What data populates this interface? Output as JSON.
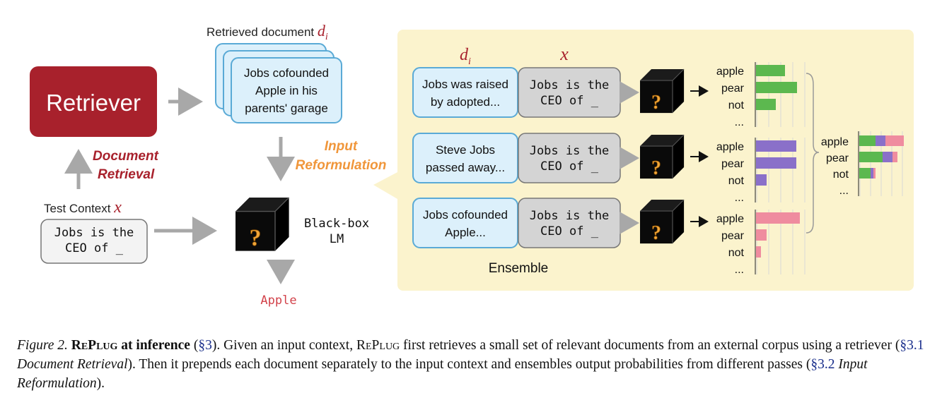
{
  "figure": {
    "retriever_label": "Retriever",
    "document_retrieval_label": [
      "Document",
      "Retrieval"
    ],
    "retrieved_doc_title": "Retrieved document",
    "retrieved_doc_var": "d",
    "retrieved_doc_sub": "i",
    "retrieved_doc_text": [
      "Jobs cofounded",
      "Apple in his",
      "parents' garage"
    ],
    "test_context_label": "Test Context",
    "x_var": "x",
    "test_context_text": [
      "Jobs is the",
      "CEO of _"
    ],
    "input_reformulation_label": [
      "Input",
      "Reformulation"
    ],
    "blackbox_label": [
      "Black-box",
      "LM"
    ],
    "output_label": "Apple",
    "question_mark": "?",
    "ensemble_label": "Ensemble",
    "panel_headers": {
      "d": "d",
      "d_sub": "i",
      "x": "x"
    },
    "rows": [
      {
        "doc": [
          "Jobs was raised",
          "by adopted..."
        ],
        "ctx": [
          "Jobs is the",
          "CEO of _"
        ]
      },
      {
        "doc": [
          "Steve Jobs",
          "passed away..."
        ],
        "ctx": [
          "Jobs is the",
          "CEO of _"
        ]
      },
      {
        "doc": [
          "Jobs cofounded",
          "Apple..."
        ],
        "ctx": [
          "Jobs is the",
          "CEO of _"
        ]
      }
    ],
    "token_labels": [
      "apple",
      "pear",
      "not",
      "..."
    ],
    "colors": {
      "retriever": "#a8212c",
      "doc_box": "#dcf0fb",
      "doc_border": "#5aaad6",
      "panel": "#fbf3cd",
      "orange": "#f0963a",
      "dark_red": "#a8212c",
      "green": "#5cb84f",
      "purple": "#8a70c9",
      "pink": "#ef8c9f",
      "gray_arrow": "#a8a8a8"
    }
  },
  "chart_data": {
    "type": "bar",
    "title": "",
    "categories": [
      "apple",
      "pear",
      "not"
    ],
    "series": [
      {
        "values": [
          0.41,
          0.58,
          0.28
        ]
      },
      {
        "values": [
          0.57,
          0.57,
          0.15
        ]
      },
      {
        "values": [
          0.62,
          0.15,
          0.07
        ]
      }
    ],
    "ensemble": {
      "apple": [
        0.23,
        0.14,
        0.26
      ],
      "pear": [
        0.33,
        0.14,
        0.07
      ],
      "not": [
        0.16,
        0.04,
        0.03
      ]
    }
  },
  "caption": {
    "figure_label": "Figure 2.",
    "title_sc": "RePlug",
    "title_rest": "at inference",
    "sec_main": "§3",
    "text_1": ". Given an input context,",
    "name": "RePlug",
    "text_2": "first retrieves a small set of relevant documents from an external corpus using a retriever (",
    "sec_1": "§3.1",
    "term_1": "Document Retrieval",
    "text_3": "). Then it prepends each document separately to the input context and ensembles output probabilities from different passes (",
    "sec_2": "§3.2",
    "term_2": "Input Reformulation",
    "text_4": ")."
  }
}
